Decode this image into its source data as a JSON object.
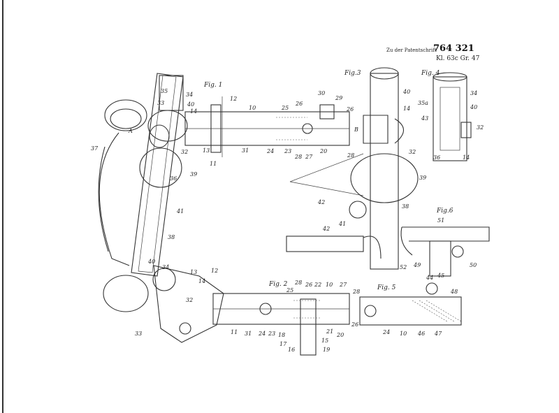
{
  "header": {
    "prefix": "Zu der Patentschrift",
    "patent_number": "764 321",
    "classification": "Kl. 63c Gr. 47"
  },
  "figures": {
    "fig1": "Fig. 1",
    "fig2": "Fig. 2",
    "fig3": "Fig.3",
    "fig4": "Fig. 4",
    "fig5": "Fig. 5",
    "fig6": "Fig.6"
  },
  "labels": {
    "f1": [
      "35",
      "34",
      "33",
      "40",
      "14",
      "12",
      "10",
      "25",
      "26",
      "30",
      "29",
      "26",
      "A",
      "B",
      "37",
      "32",
      "13",
      "11",
      "31",
      "24",
      "23",
      "28",
      "27",
      "20",
      "28",
      "36",
      "39",
      "41",
      "38"
    ],
    "f2": [
      "40",
      "34",
      "13",
      "12",
      "14",
      "32",
      "33",
      "11",
      "31",
      "24",
      "23",
      "18",
      "17",
      "16",
      "25",
      "28",
      "26",
      "22",
      "10",
      "27",
      "28",
      "21",
      "15",
      "20",
      "26",
      "19"
    ],
    "f3": [
      "40",
      "14",
      "32",
      "39",
      "42",
      "41",
      "38",
      "42",
      "52",
      "49"
    ],
    "f4": [
      "34",
      "35a",
      "40",
      "43",
      "32",
      "36",
      "14"
    ],
    "f5": [
      "24",
      "10",
      "46",
      "47",
      "44",
      "45",
      "48"
    ],
    "f6": [
      "51",
      "50"
    ]
  }
}
